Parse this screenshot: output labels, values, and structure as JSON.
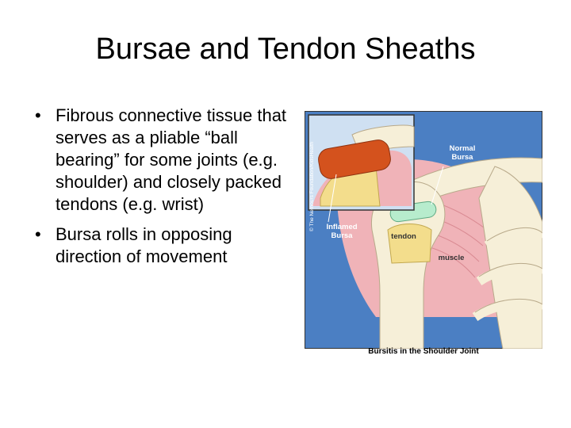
{
  "slide": {
    "title": "Bursae and Tendon Sheaths",
    "bullets": [
      "Fibrous connective tissue that serves as a pliable “ball bearing” for some joints (e.g. shoulder) and closely packed tendons (e.g. wrist)",
      "Bursa rolls in opposing direction of movement"
    ],
    "bullet_glyph": "•"
  },
  "figure": {
    "caption": "Bursitis in the Shoulder Joint",
    "credit": "© The Nemours Foundation/KidsHealth",
    "labels": {
      "normal_bursa": "Normal Bursa",
      "inflamed_bursa": "Inflamed Bursa",
      "tendon": "tendon",
      "muscle": "muscle"
    },
    "colors": {
      "background": "#4b7fc3",
      "bone": "#f6efd8",
      "muscle": "#f0b3b8",
      "tendon": "#f3dd8c",
      "normal_bursa": "#b7eccd",
      "inflamed_bursa": "#d4521d"
    }
  }
}
